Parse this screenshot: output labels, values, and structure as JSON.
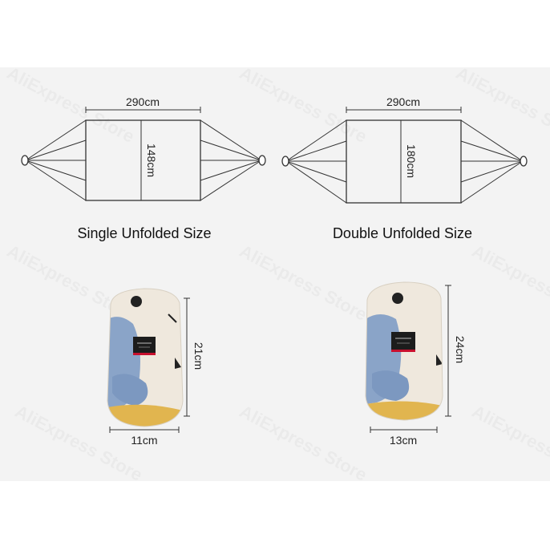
{
  "diagrams": [
    {
      "width_label": "290cm",
      "height_label": "148cm",
      "caption": "Single Unfolded Size"
    },
    {
      "width_label": "290cm",
      "height_label": "180cm",
      "caption": "Double Unfolded Size"
    }
  ],
  "bags": [
    {
      "height_label": "21cm",
      "width_label": "11cm"
    },
    {
      "height_label": "24cm",
      "width_label": "13cm"
    }
  ],
  "product_tag": {
    "brand": "Naturehike",
    "product": "HAMMOCK"
  },
  "watermark": "AliExpress Store",
  "colors": {
    "line": "#333333",
    "panel": "#f3f3f3",
    "bag_body": "#efe8dd",
    "bag_blue": "#8aa4c8",
    "bag_yellow": "#e1b54f",
    "tag": "#1c1c1c",
    "tag_red": "#c8102e"
  }
}
